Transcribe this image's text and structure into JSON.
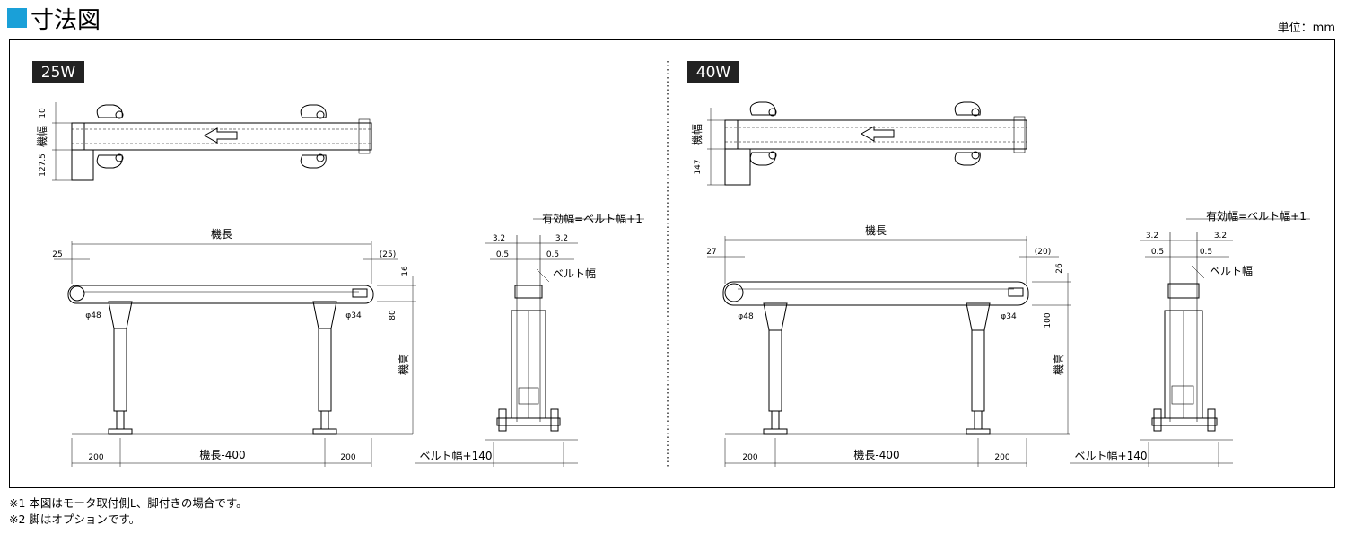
{
  "header": {
    "title": "寸法図",
    "unit": "単位：mm"
  },
  "left": {
    "badge": "25W",
    "plan": {
      "d_top": "10",
      "d_width": "機幅",
      "d_bottom": "127.5"
    },
    "side": {
      "length": "機長",
      "d_left": "25",
      "d_right": "(25)",
      "d_16": "16",
      "d_80": "80",
      "phi48": "φ48",
      "phi34": "φ34",
      "height": "機高",
      "b200a": "200",
      "bmid": "機長-400",
      "b200b": "200"
    },
    "end": {
      "eff": "有効幅=ベルト幅+1",
      "d32a": "3.2",
      "d32b": "3.2",
      "d05a": "0.5",
      "d05b": "0.5",
      "belt": "ベルト幅",
      "bottom": "ベルト幅+140"
    }
  },
  "right": {
    "badge": "40W",
    "plan": {
      "d_width": "機幅",
      "d_bottom": "147"
    },
    "side": {
      "length": "機長",
      "d_left": "27",
      "d_right": "(20)",
      "d_26": "26",
      "d_100": "100",
      "phi48": "φ48",
      "phi34": "φ34",
      "height": "機高",
      "b200a": "200",
      "bmid": "機長-400",
      "b200b": "200"
    },
    "end": {
      "eff": "有効幅=ベルト幅+1",
      "d32a": "3.2",
      "d32b": "3.2",
      "d05a": "0.5",
      "d05b": "0.5",
      "belt": "ベルト幅",
      "bottom": "ベルト幅+140"
    }
  },
  "notes": {
    "n1": "※1  本図はモータ取付側L、脚付きの場合です。",
    "n2": "※2  脚はオプションです。"
  },
  "colors": {
    "accent": "#1aa0d8",
    "badge_bg": "#222222"
  }
}
